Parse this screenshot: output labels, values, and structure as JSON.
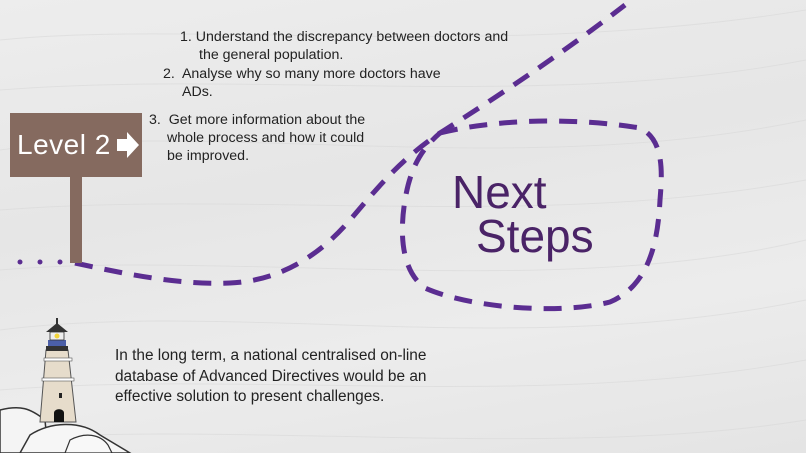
{
  "sign": {
    "label": "Level 2",
    "icon": "right-arrow-icon",
    "color": "#856a5f"
  },
  "steps": [
    {
      "number": "1.",
      "line1": "Understand the discrepancy between doctors and",
      "line2": "the general population."
    },
    {
      "number": "2.",
      "line1": " Analyse why so many more doctors have",
      "line2": "ADs."
    },
    {
      "number": "3.",
      "line1": " Get more information about the",
      "line2": "whole process and how it could",
      "line3": "be improved."
    }
  ],
  "title": {
    "line1": "Next",
    "line2": "Steps",
    "color": "#4a2367"
  },
  "conclusion": {
    "line1": "In the long term, a national centralised on-line",
    "line2": "database of Advanced Directives would be an",
    "line3": "effective solution to present challenges."
  },
  "path_color": "#5b2d91",
  "decoration": "lighthouse-icon"
}
